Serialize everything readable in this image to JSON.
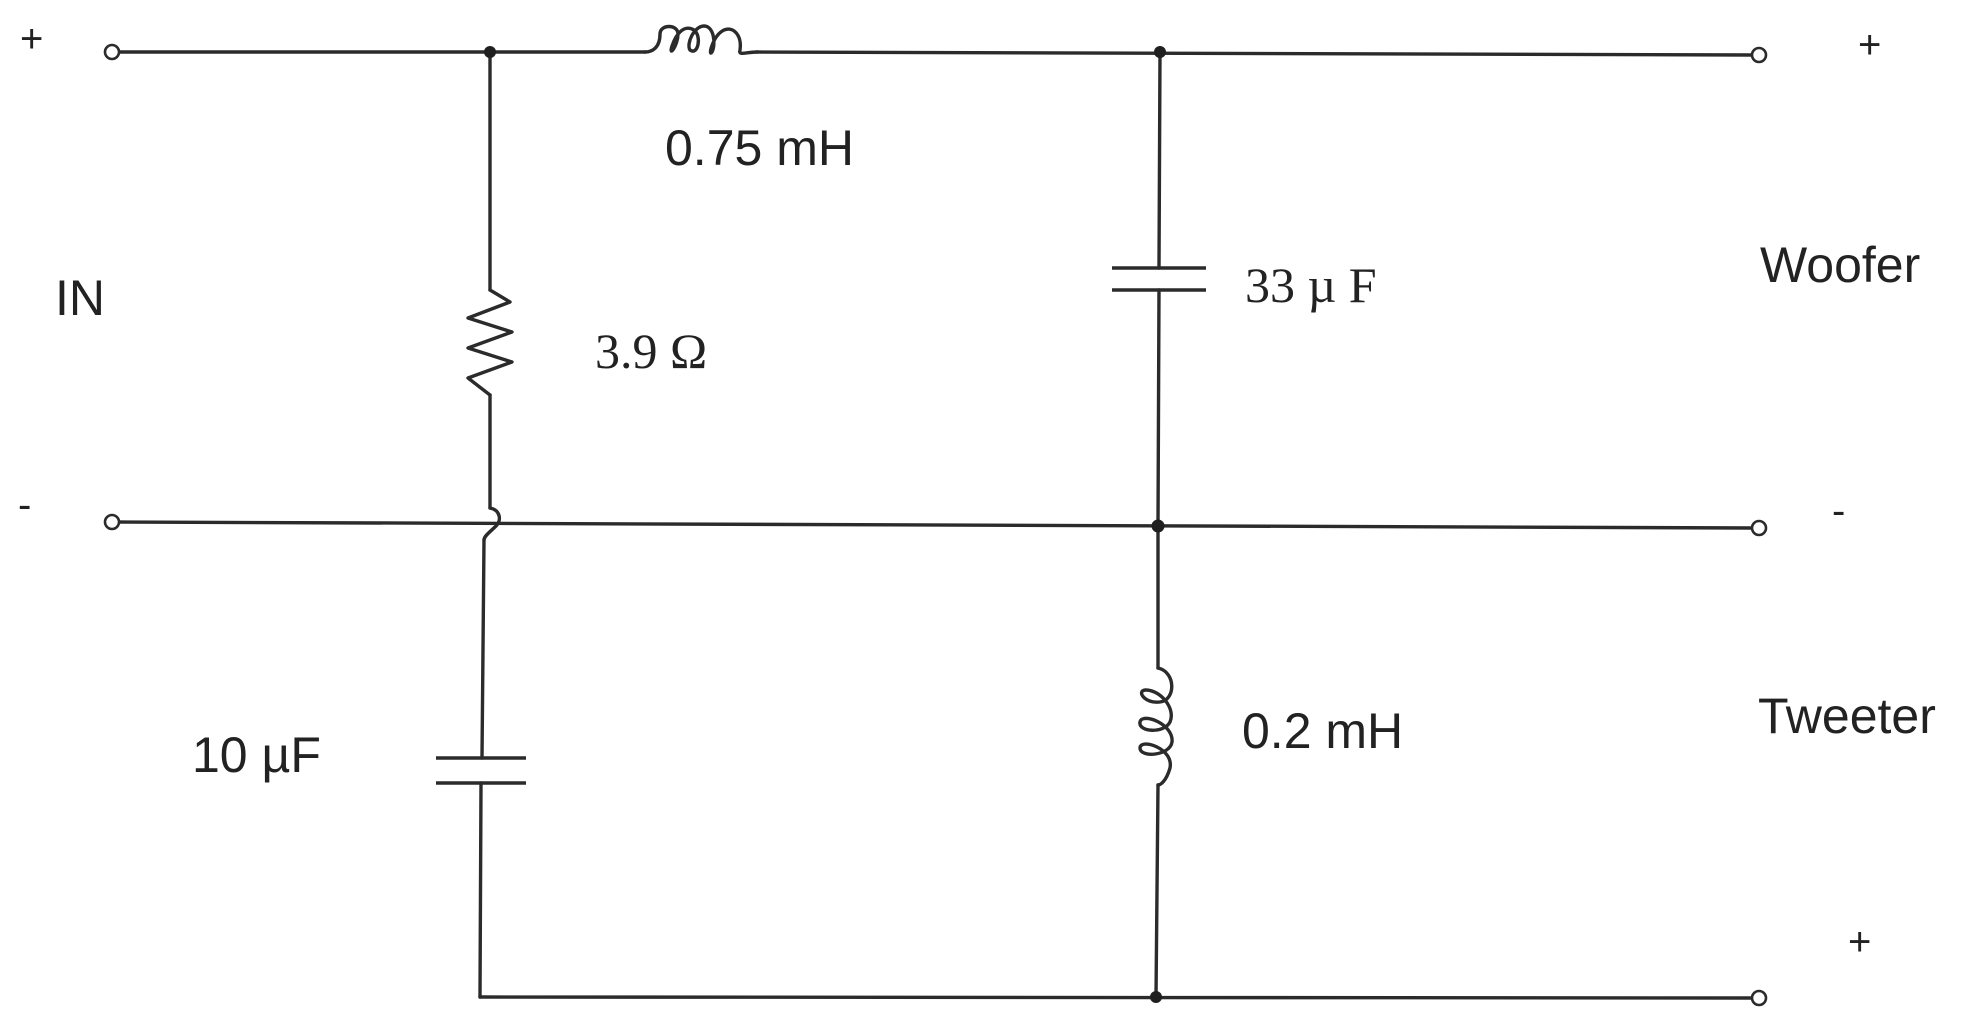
{
  "input": {
    "label": "IN",
    "plus": "+",
    "minus": "-"
  },
  "components": {
    "series_inductor": "0.75 mH",
    "resistor": "3.9 Ω",
    "woofer_capacitor": "33 µ  F",
    "tweeter_capacitor": "10 µF",
    "tweeter_inductor": "0.2 mH"
  },
  "outputs": {
    "woofer": {
      "label": "Woofer",
      "plus": "+",
      "minus": "-"
    },
    "tweeter": {
      "label": "Tweeter",
      "plus": "+"
    }
  }
}
